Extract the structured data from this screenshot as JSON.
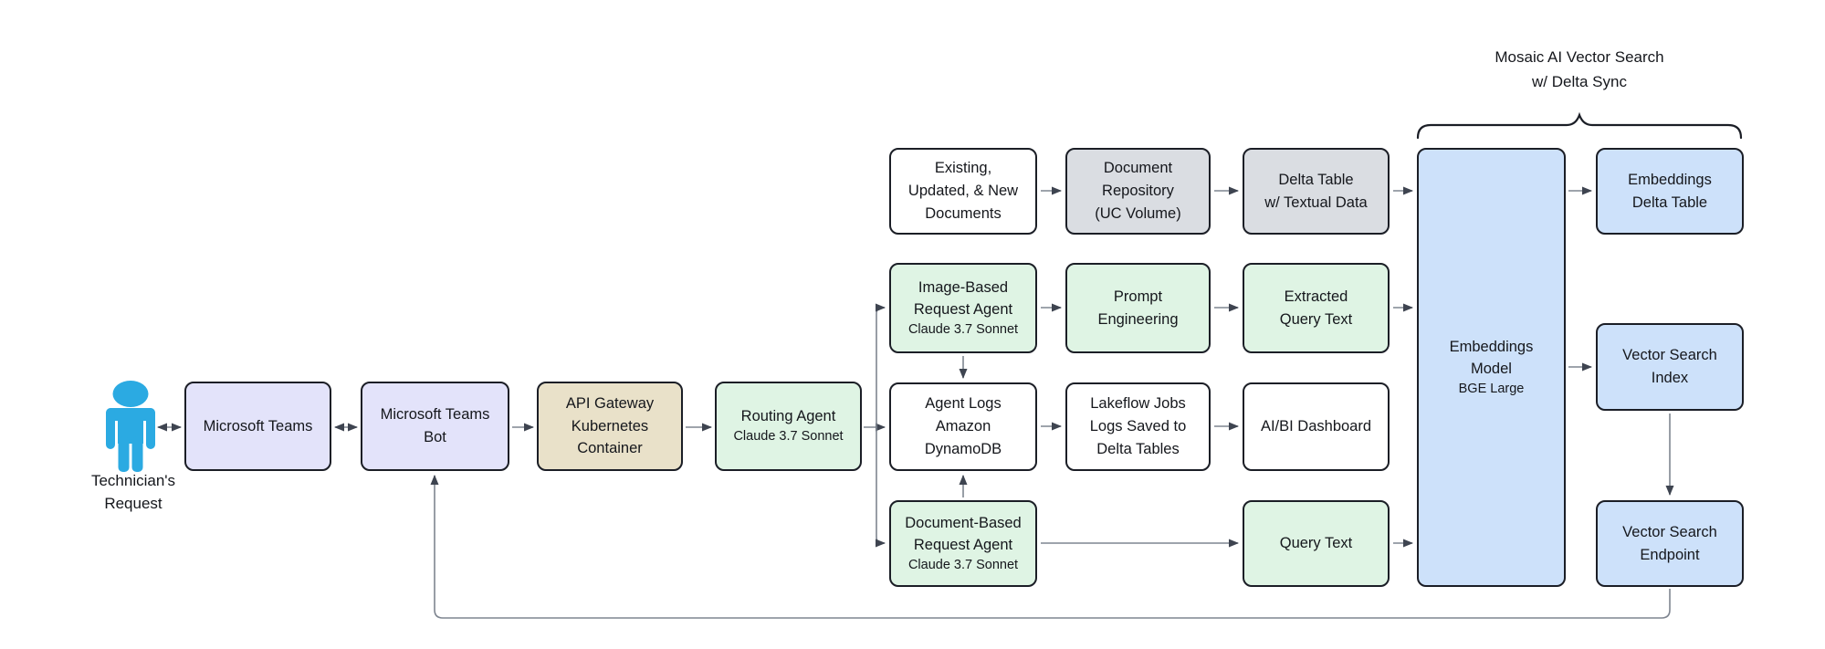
{
  "diagram": {
    "title": "Mosaic AI Vector Search\nw/ Delta Sync",
    "actor": {
      "icon": "person-icon",
      "label": "Technician's\nRequest",
      "color": "#2baae2"
    },
    "nodes": {
      "microsoft_teams": {
        "label": "Microsoft Teams",
        "fill": "#e3e3fa"
      },
      "microsoft_teams_bot": {
        "label": "Microsoft Teams\nBot",
        "fill": "#e3e3fa"
      },
      "api_gateway": {
        "label": "API Gateway\nKubernetes\nContainer",
        "fill": "#e9e1c9"
      },
      "routing_agent": {
        "label": "Routing Agent",
        "sublabel": "Claude 3.7 Sonnet",
        "fill": "#dff4e4"
      },
      "existing_documents": {
        "label": "Existing,\nUpdated, & New\nDocuments",
        "fill": "#ffffff"
      },
      "document_repository": {
        "label": "Document\nRepository\n(UC Volume)",
        "fill": "#dadde2"
      },
      "delta_table_textual": {
        "label": "Delta Table\nw/ Textual Data",
        "fill": "#dadde2"
      },
      "image_request_agent": {
        "label": "Image-Based\nRequest Agent",
        "sublabel": "Claude 3.7 Sonnet",
        "fill": "#dff4e4"
      },
      "prompt_engineering": {
        "label": "Prompt\nEngineering",
        "fill": "#dff4e4"
      },
      "extracted_query_text": {
        "label": "Extracted\nQuery Text",
        "fill": "#dff4e4"
      },
      "agent_logs": {
        "label": "Agent Logs\nAmazon\nDynamoDB",
        "fill": "#ffffff"
      },
      "lakeflow_jobs": {
        "label": "Lakeflow Jobs\nLogs Saved to\nDelta Tables",
        "fill": "#ffffff"
      },
      "aibi_dashboard": {
        "label": "AI/BI Dashboard",
        "fill": "#ffffff"
      },
      "document_request_agent": {
        "label": "Document-Based\nRequest Agent",
        "sublabel": "Claude 3.7 Sonnet",
        "fill": "#dff4e4"
      },
      "query_text": {
        "label": "Query Text",
        "fill": "#dff4e4"
      },
      "embeddings_model": {
        "label": "Embeddings\nModel",
        "sublabel": "BGE Large",
        "fill": "#cde1fa"
      },
      "embeddings_delta_table": {
        "label": "Embeddings\nDelta Table",
        "fill": "#cde1fa"
      },
      "vector_search_index": {
        "label": "Vector Search\nIndex",
        "fill": "#cde1fa"
      },
      "vector_search_endpoint": {
        "label": "Vector Search\nEndpoint",
        "fill": "#cde1fa"
      }
    },
    "edges": [
      {
        "from": "technician",
        "to": "microsoft_teams",
        "style": "double-arrow"
      },
      {
        "from": "microsoft_teams",
        "to": "microsoft_teams_bot",
        "style": "double-arrow"
      },
      {
        "from": "microsoft_teams_bot",
        "to": "api_gateway",
        "style": "arrow"
      },
      {
        "from": "api_gateway",
        "to": "routing_agent",
        "style": "arrow"
      },
      {
        "from": "routing_agent",
        "to": "image_request_agent",
        "style": "arrow"
      },
      {
        "from": "routing_agent",
        "to": "agent_logs",
        "style": "arrow"
      },
      {
        "from": "routing_agent",
        "to": "document_request_agent",
        "style": "arrow"
      },
      {
        "from": "existing_documents",
        "to": "document_repository",
        "style": "arrow"
      },
      {
        "from": "document_repository",
        "to": "delta_table_textual",
        "style": "arrow"
      },
      {
        "from": "delta_table_textual",
        "to": "embeddings_model",
        "style": "arrow"
      },
      {
        "from": "image_request_agent",
        "to": "prompt_engineering",
        "style": "arrow"
      },
      {
        "from": "prompt_engineering",
        "to": "extracted_query_text",
        "style": "arrow"
      },
      {
        "from": "extracted_query_text",
        "to": "embeddings_model",
        "style": "arrow"
      },
      {
        "from": "image_request_agent",
        "to": "agent_logs",
        "style": "arrow"
      },
      {
        "from": "document_request_agent",
        "to": "agent_logs",
        "style": "arrow"
      },
      {
        "from": "agent_logs",
        "to": "lakeflow_jobs",
        "style": "arrow"
      },
      {
        "from": "lakeflow_jobs",
        "to": "aibi_dashboard",
        "style": "arrow"
      },
      {
        "from": "document_request_agent",
        "to": "query_text",
        "style": "arrow"
      },
      {
        "from": "query_text",
        "to": "embeddings_model",
        "style": "arrow"
      },
      {
        "from": "embeddings_model",
        "to": "embeddings_delta_table",
        "style": "arrow"
      },
      {
        "from": "embeddings_model",
        "to": "vector_search_index",
        "style": "arrow"
      },
      {
        "from": "vector_search_index",
        "to": "vector_search_endpoint",
        "style": "arrow"
      },
      {
        "from": "vector_search_endpoint",
        "to": "microsoft_teams_bot",
        "style": "arrow"
      }
    ],
    "colors": {
      "border": "#1b1e26",
      "arrow_line": "#7e8590",
      "arrow_head": "#3e4450",
      "lavender": "#e3e3fa",
      "tan": "#e9e1c9",
      "green": "#dff4e4",
      "gray": "#dadde2",
      "blue": "#cde1fa",
      "person_blue": "#2baae2",
      "text": "#15171c"
    }
  }
}
